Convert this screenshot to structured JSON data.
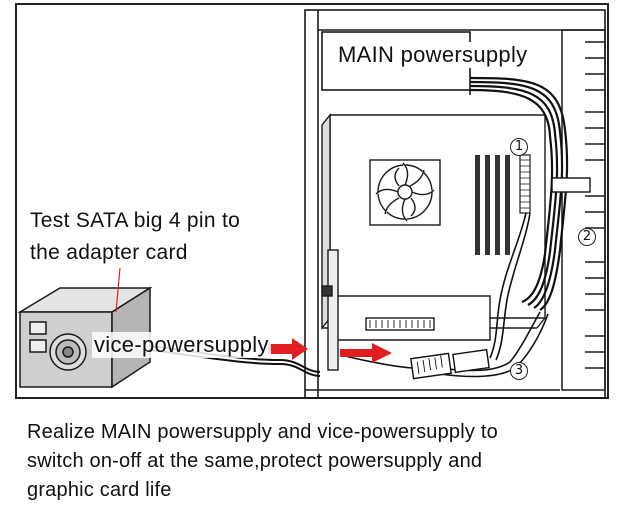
{
  "diagram": {
    "main_psu_label": "MAIN powersupply",
    "test_note": [
      "Test SATA big 4 pin to",
      "the adapter card"
    ],
    "vice_psu_label": "vice-powersupply",
    "markers": [
      "1",
      "2",
      "3"
    ]
  },
  "caption": {
    "lines": [
      "Realize MAIN powersupply and vice-powersupply to",
      "switch on-off at the same,protect powersupply and",
      "graphic card life"
    ]
  },
  "colors": {
    "arrow": "#e02020",
    "line": "#1a1a1a",
    "background": "#ffffff"
  }
}
